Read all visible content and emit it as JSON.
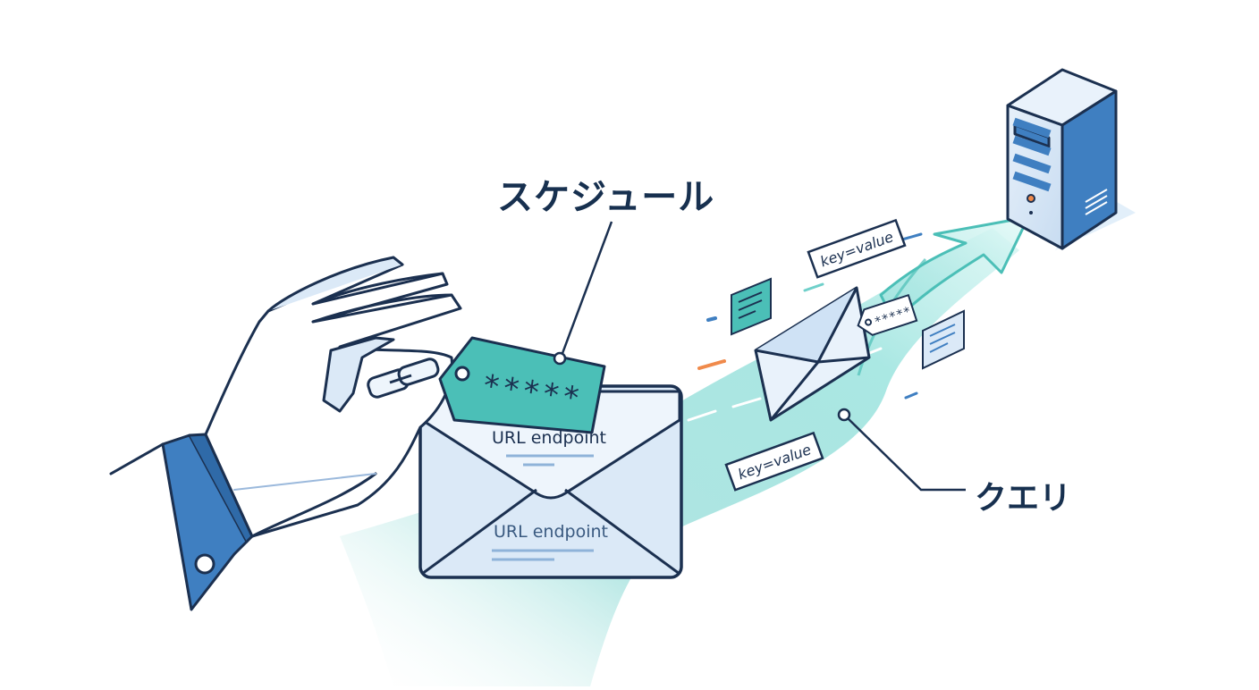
{
  "labels": {
    "schedule": "スケジュール",
    "query": "クエリ"
  },
  "tag": {
    "mask": "*****"
  },
  "small_tag": {
    "mask": "*****"
  },
  "envelope": {
    "flap_text": "URL endpoint",
    "body_text": "URL endpoint"
  },
  "param_tags": {
    "top": "key=value",
    "bottom": "key=value"
  },
  "colors": {
    "outline": "#1b3050",
    "blue": "#3f7fc1",
    "light_blue": "#dbe9f7",
    "teal": "#4bbfb7",
    "orange": "#f08a4b"
  }
}
